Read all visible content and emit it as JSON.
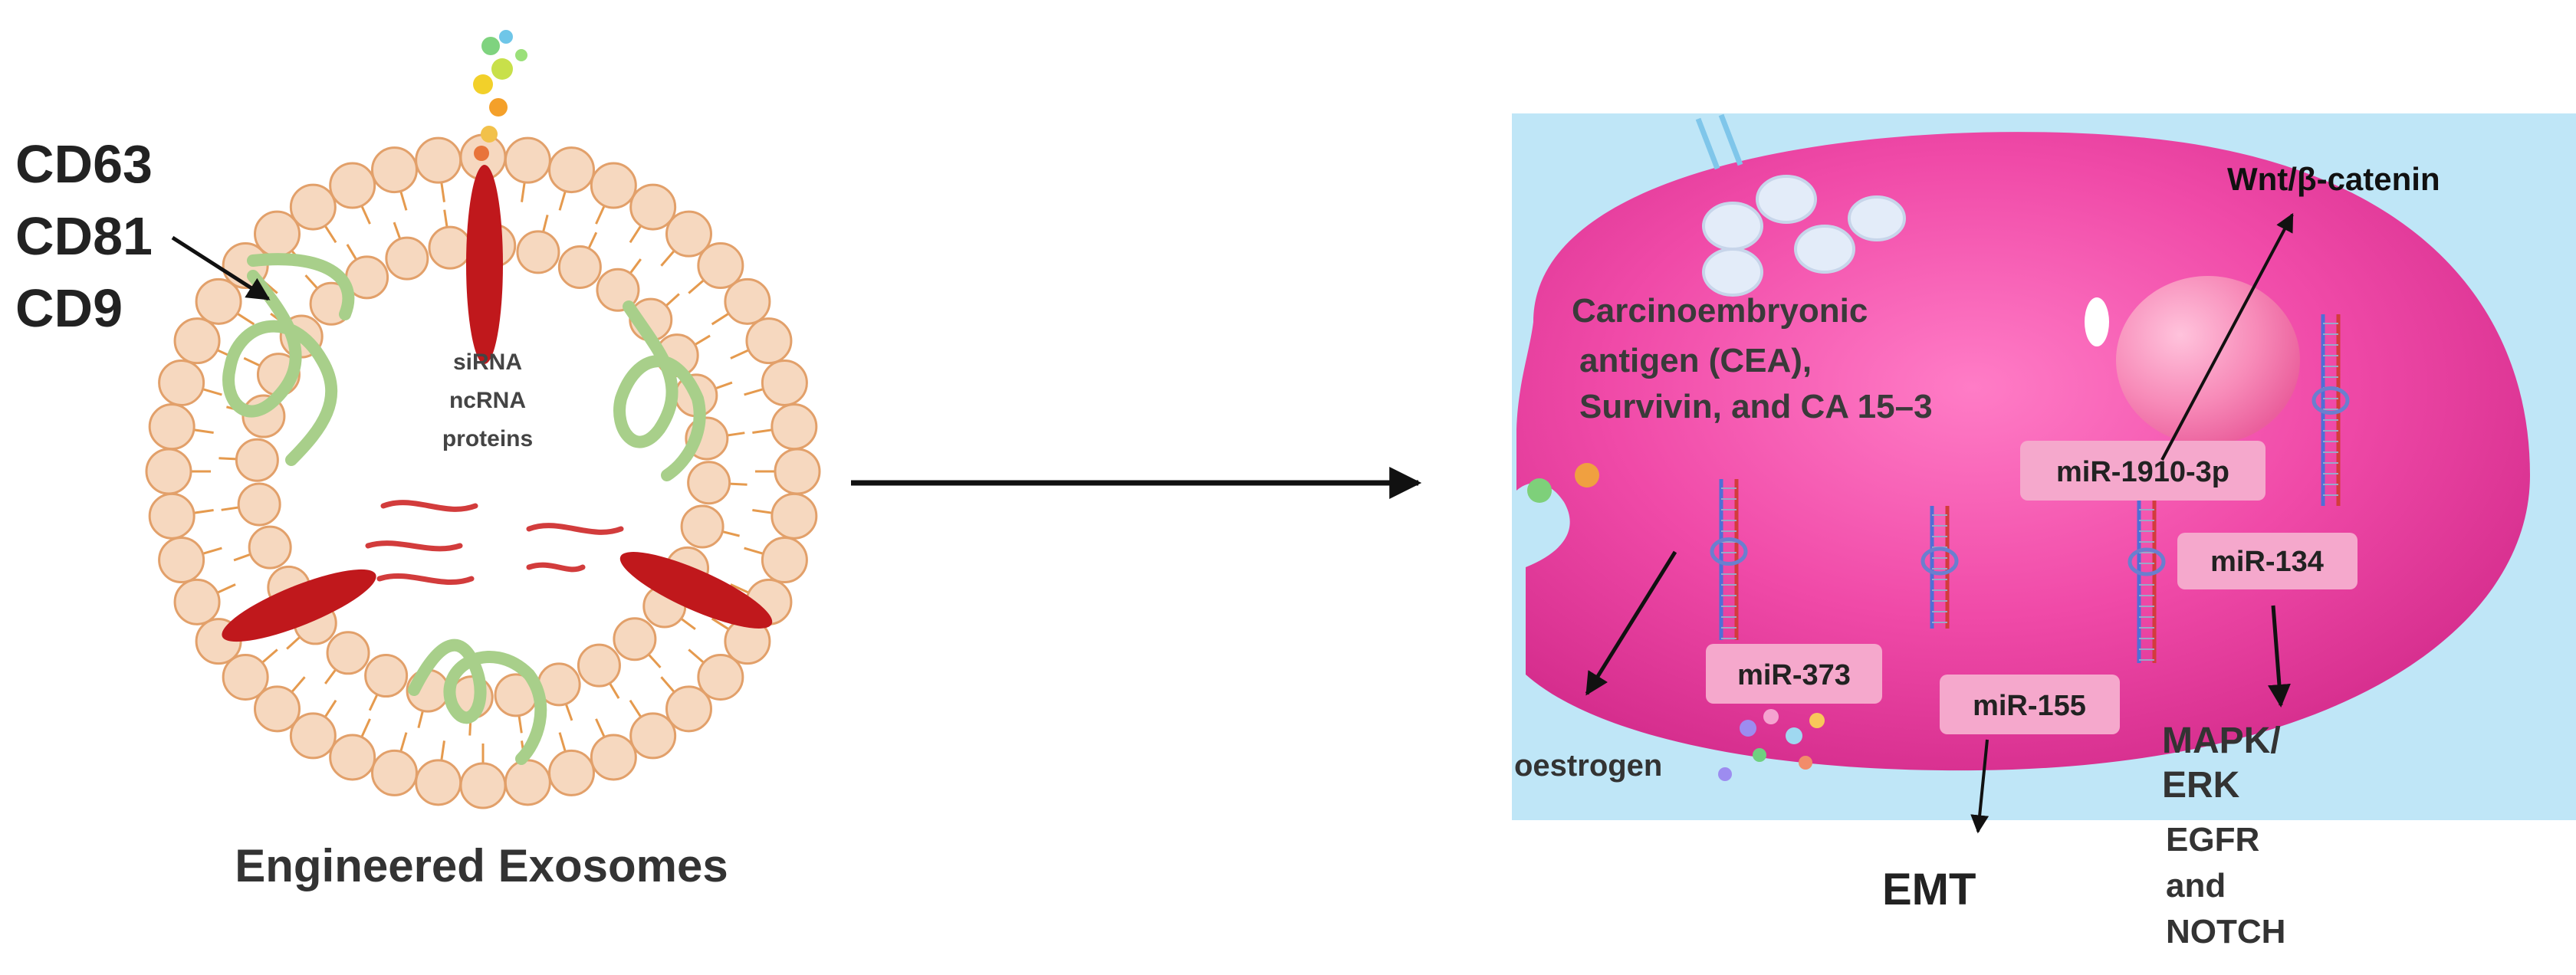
{
  "left": {
    "markers": [
      "CD63",
      "CD81",
      "CD9"
    ],
    "cargo": [
      "siRNA",
      "ncRNA",
      "proteins"
    ],
    "caption": "Engineered Exosomes"
  },
  "right": {
    "antigen_lines": [
      "Ca",
      "rcinoembryonic",
      "antigen (CEA),",
      "Survivin, and CA 15–3"
    ],
    "mirnas": {
      "m1910": "miR-1910-3p",
      "m134": "miR-134",
      "m373": "miR-373",
      "m155": "miR-155"
    },
    "pathways": {
      "wnt": "Wnt/β-catenin",
      "oestrogen": "oestrogen",
      "emt": "EMT",
      "mapk1": "MAPK/",
      "mapk2": "ERK",
      "egfr1": "EGFR",
      "egfr2": "and",
      "egfr3": "NOTCH"
    }
  },
  "colors": {
    "lipid_head": "#f6d8bf",
    "lipid_outline": "#e2a06a",
    "lipid_tail": "#e59a4e",
    "rna_green": "#a8cf8a",
    "protein_red": "#c0181c",
    "mirna_red": "#d23c3c",
    "cell_magenta": "#ec3fa2",
    "background_blue": "#bfe6f7",
    "label_pink": "#f5a8cc",
    "nucleus_pink": "#f77fae"
  }
}
